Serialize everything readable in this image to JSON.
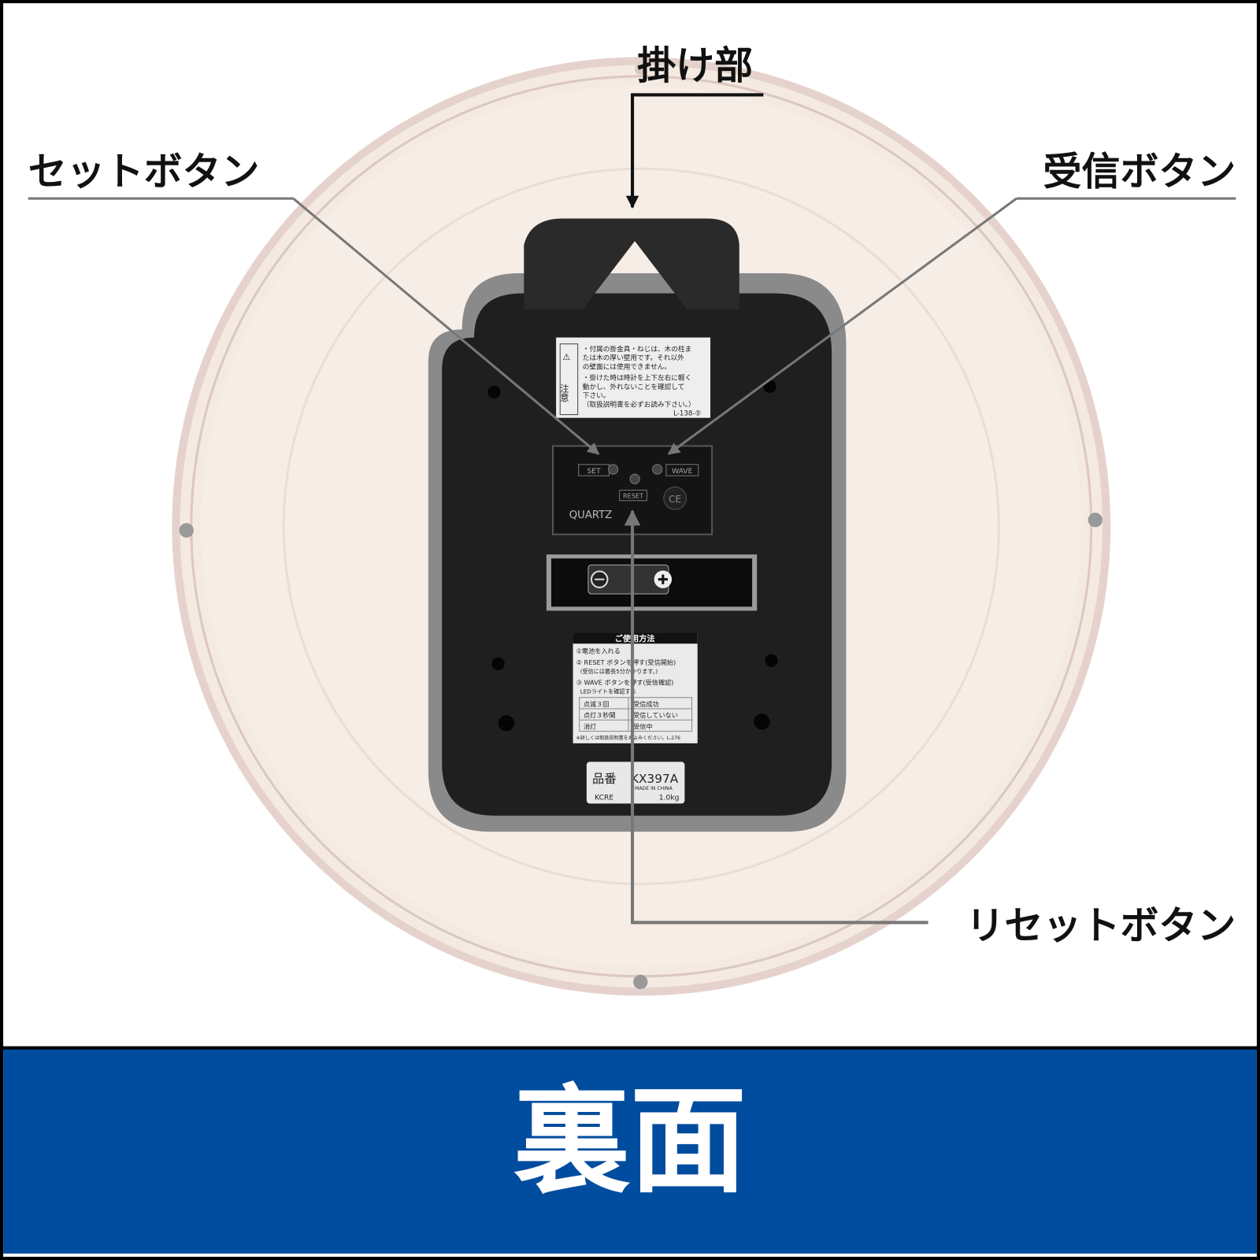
{
  "callouts": {
    "hanger": "掛け部",
    "set_button": "セットボタン",
    "receive_button": "受信ボタン",
    "reset_button": "リセットボタン"
  },
  "banner": {
    "title": "裏面",
    "color": "#004c9e"
  },
  "warning_label": {
    "heading": "注意",
    "lines": [
      "・付属の掛金具・ねじは、木の柱ま",
      "たは木の厚い壁用です。それ以外",
      "の壁面には使用できません。",
      "・掛けた時は時計を上下左右に軽く",
      "動かし、外れないことを確認して",
      "下さい。",
      "（取扱説明書を必ずお読み下さい。）"
    ],
    "code": "L-138-⑤"
  },
  "movement": {
    "set": "SET",
    "wave": "WAVE",
    "reset": "RESET",
    "quartz": "QUARTZ",
    "ce": "CE"
  },
  "usage_label": {
    "title": "ご使用方法",
    "step1": "①電池を入れる",
    "step2": "② RESET ボタンを押す(受信開始)",
    "step2_note": "(受信には最長5分かかります。)",
    "step3": "③ WAVE ボタンを押す(受信確認)",
    "step3_note": "LEDライトを確認する",
    "table": [
      [
        "点滅３回",
        "受信成功"
      ],
      [
        "点灯３秒間",
        "受信していない"
      ],
      [
        "消灯",
        "受信中"
      ]
    ],
    "footer": "※詳しくは取扱説明書をおよみください。L-276"
  },
  "model_label": {
    "prefix": "品番",
    "model": "KX397A",
    "origin": "MADE IN CHINA",
    "color_code": "KCRE",
    "weight": "1.0kg"
  },
  "colors": {
    "clock_body": "#f2e6dc",
    "clock_rim": "#dcc3bf",
    "movement_case": "#1e1e1e",
    "callout_line": "#6e6e6e"
  }
}
